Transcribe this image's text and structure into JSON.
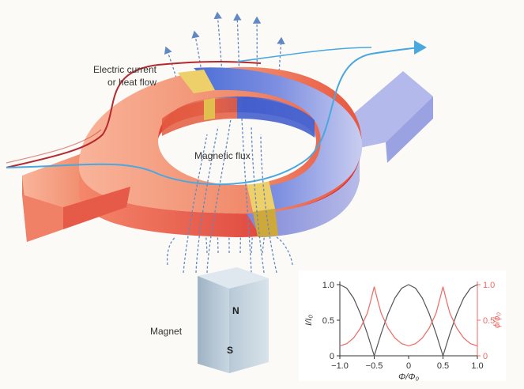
{
  "labels": {
    "current": [
      "Electric current",
      "or heat flow"
    ],
    "flux": "Magnetic flux",
    "magnet": "Magnet",
    "pole_n": "N",
    "pole_s": "S"
  },
  "colors": {
    "warm": "#e84436",
    "cool": "#4a6ed8",
    "junction": "#e9cc59",
    "current_left": "#b5292e",
    "current_right": "#4aa8df",
    "flux_lines": "#5f88c5",
    "curve_current": "#555555",
    "curve_phase": "#ee6a64"
  },
  "chart_data": {
    "type": "line",
    "x_axis": {
      "label": "Φ/Φ₀",
      "range": [
        -1.0,
        1.0
      ],
      "ticks": [
        -1.0,
        -0.5,
        0,
        0.5,
        1.0
      ],
      "tick_labels": [
        "−1.0",
        "−0.5",
        "0",
        "0.5",
        "1.0"
      ]
    },
    "y_axis_left": {
      "label": "I/I₀",
      "range": [
        0,
        1.0
      ],
      "ticks": [
        0,
        0.5,
        1.0
      ],
      "tick_labels": [
        "0",
        "0.5",
        "1.0"
      ],
      "color": "#333333"
    },
    "y_axis_right": {
      "label": "ϕ/ϕ₀",
      "range": [
        0,
        1.0
      ],
      "ticks": [
        0,
        0.5,
        1.0
      ],
      "tick_labels": [
        "0",
        "0.5",
        "1.0"
      ],
      "color": "#ee6a64"
    },
    "series": [
      {
        "axis": "left",
        "color": "#555555",
        "x": [
          -1.0,
          -0.9,
          -0.8,
          -0.7,
          -0.6,
          -0.5,
          -0.4,
          -0.3,
          -0.2,
          -0.1,
          0.0,
          0.1,
          0.2,
          0.3,
          0.4,
          0.5,
          0.6,
          0.7,
          0.8,
          0.9,
          1.0
        ],
        "y": [
          1.0,
          0.95,
          0.81,
          0.59,
          0.31,
          0.0,
          0.31,
          0.59,
          0.81,
          0.95,
          1.0,
          0.95,
          0.81,
          0.59,
          0.31,
          0.0,
          0.31,
          0.59,
          0.81,
          0.95,
          1.0
        ]
      },
      {
        "axis": "right",
        "color": "#ee6a64",
        "x": [
          -1.0,
          -0.9,
          -0.8,
          -0.7,
          -0.6,
          -0.55,
          -0.5,
          -0.45,
          -0.4,
          -0.3,
          -0.2,
          -0.1,
          0.0,
          0.1,
          0.2,
          0.3,
          0.4,
          0.45,
          0.5,
          0.55,
          0.6,
          0.7,
          0.8,
          0.9,
          1.0
        ],
        "y": [
          0.14,
          0.17,
          0.25,
          0.39,
          0.6,
          0.78,
          0.97,
          0.78,
          0.6,
          0.39,
          0.25,
          0.17,
          0.14,
          0.17,
          0.25,
          0.39,
          0.6,
          0.78,
          0.97,
          0.78,
          0.6,
          0.39,
          0.25,
          0.17,
          0.14
        ]
      }
    ]
  }
}
